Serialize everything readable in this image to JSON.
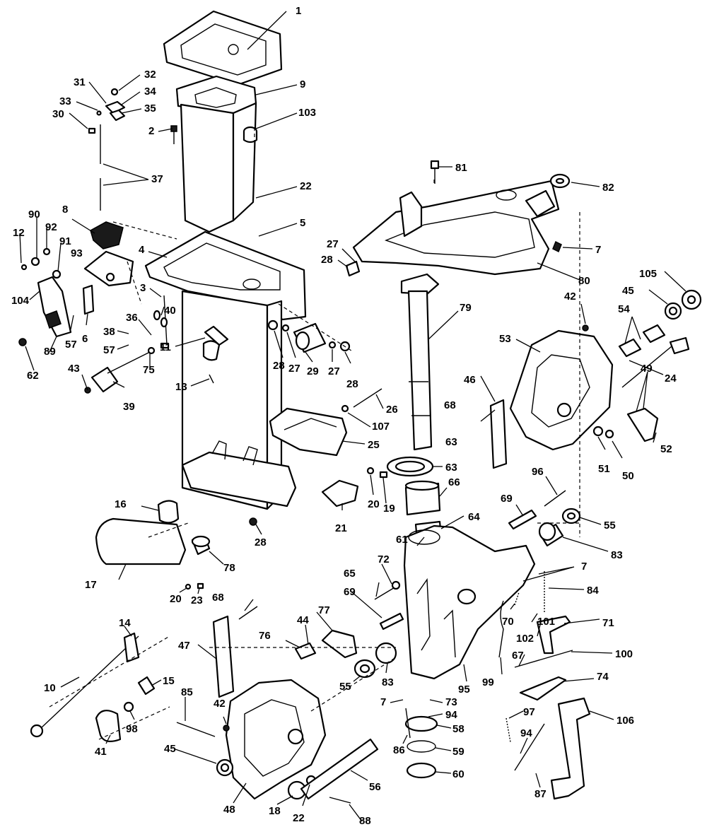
{
  "labels": {
    "l1": "1",
    "l9": "9",
    "l31": "31",
    "l32": "32",
    "l33": "33",
    "l34": "34",
    "l35": "35",
    "l30": "30",
    "l2": "2",
    "l103": "103",
    "l37": "37",
    "l22a": "22",
    "l5": "5",
    "l81": "81",
    "l82": "82",
    "l90": "90",
    "l12": "12",
    "l92": "92",
    "l91": "91",
    "l93": "93",
    "l8": "8",
    "l4": "4",
    "l27a": "27",
    "l28a": "28",
    "l7a": "7",
    "l80": "80",
    "l105": "105",
    "l45a": "45",
    "l3": "3",
    "l40": "40",
    "l36": "36",
    "l38": "38",
    "l57a": "57",
    "l104": "104",
    "l6": "6",
    "l57b": "57",
    "l89": "89",
    "l62": "62",
    "l43": "43",
    "l39": "39",
    "l75": "75",
    "l11": "11",
    "l13": "13",
    "l28b": "28",
    "l27b": "27",
    "l29": "29",
    "l27c": "27",
    "l28c": "28",
    "l79": "79",
    "l42a": "42",
    "l53": "53",
    "l54": "54",
    "l24": "24",
    "l46": "46",
    "l68a": "68",
    "l63a": "63",
    "l26": "26",
    "l107": "107",
    "l25": "25",
    "l49": "49",
    "l51": "51",
    "l50": "50",
    "l52": "52",
    "l63b": "63",
    "l66": "66",
    "l20a": "20",
    "l19": "19",
    "l21": "21",
    "l64": "64",
    "l96": "96",
    "l69a": "69",
    "l55a": "55",
    "l16": "16",
    "l28d": "28",
    "l61": "61",
    "l83a": "83",
    "l17": "17",
    "l78": "78",
    "l20b": "20",
    "l23": "23",
    "l72": "72",
    "l65": "65",
    "l7b": "7",
    "l84": "84",
    "l69b": "69",
    "l68b": "68",
    "l77": "77",
    "l44": "44",
    "l76": "76",
    "l47": "47",
    "l70": "70",
    "l101": "101",
    "l102": "102",
    "l71": "71",
    "l14": "14",
    "l100": "100",
    "l67": "67",
    "l99": "99",
    "l83b": "83",
    "l55b": "55",
    "l95": "95",
    "l74": "74",
    "l10": "10",
    "l15": "15",
    "l85": "85",
    "l7c": "7",
    "l73": "73",
    "l94a": "94",
    "l97": "97",
    "l42b": "42",
    "l58": "58",
    "l106": "106",
    "l98": "98",
    "l41": "41",
    "l45b": "45",
    "l86": "86",
    "l59": "59",
    "l94b": "94",
    "l60": "60",
    "l56": "56",
    "l48": "48",
    "l18": "18",
    "l22b": "22",
    "l88": "88",
    "l87": "87"
  }
}
